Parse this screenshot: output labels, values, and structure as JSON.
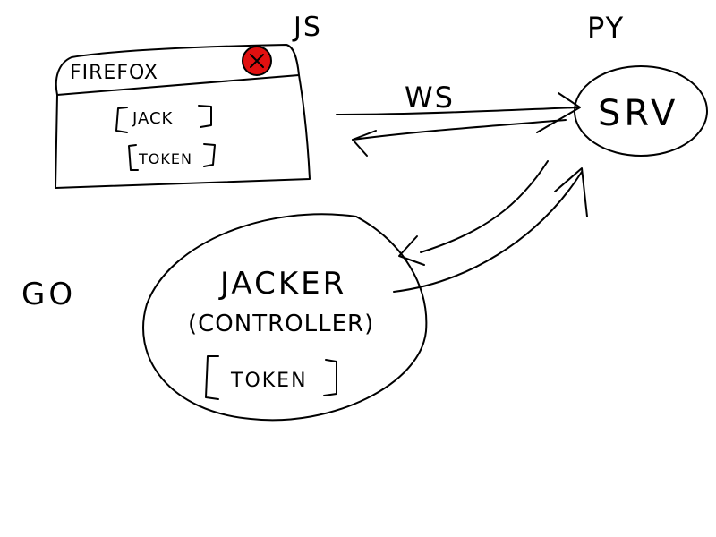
{
  "language_labels": {
    "js": "JS",
    "py": "PY",
    "go": "GO"
  },
  "browser": {
    "title": "FIREFOX",
    "close_button_color": "#e01010",
    "items": [
      "JACK",
      "TOKEN"
    ]
  },
  "server": {
    "label": "SRV"
  },
  "connections": {
    "browser_server": "WS"
  },
  "controller": {
    "name": "JACKER",
    "subtitle": "(CONTROLLER)",
    "items": [
      "TOKEN"
    ]
  },
  "colors": {
    "ink": "#000000",
    "background": "#ffffff",
    "close_button": "#e01010"
  }
}
